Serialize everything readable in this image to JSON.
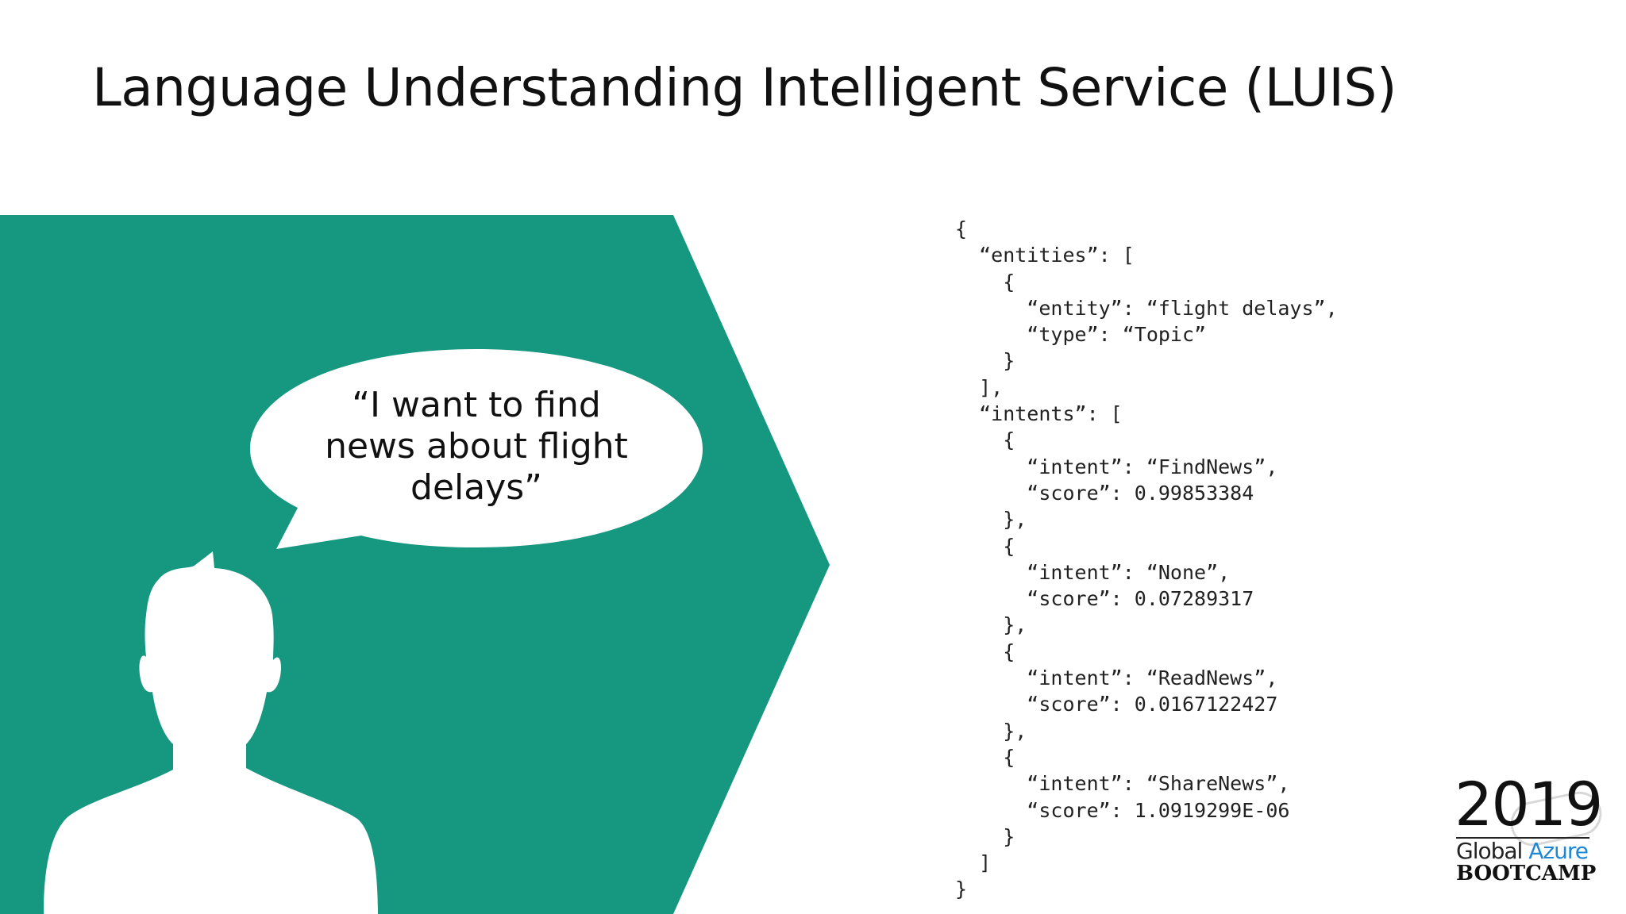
{
  "slide": {
    "title": "Language Understanding Intelligent Service (LUIS)"
  },
  "speech_bubble": {
    "lines": [
      "“I want to find",
      "news about flight",
      "delays”"
    ]
  },
  "json_output": {
    "lines": [
      "{",
      "  “entities”: [",
      "    {",
      "      “entity”: “flight delays”,",
      "      “type”: “Topic”",
      "    }",
      "  ],",
      "  “intents”: [",
      "    {",
      "      “intent”: “FindNews”,",
      "      “score”: 0.99853384",
      "    },",
      "    {",
      "      “intent”: “None”,",
      "      “score”: 0.07289317",
      "    },",
      "    {",
      "      “intent”: “ReadNews”,",
      "      “score”: 0.0167122427",
      "    },",
      "    {",
      "      “intent”: “ShareNews”,",
      "      “score”: 1.0919299E-06",
      "    }",
      "  ]",
      "}"
    ]
  },
  "logo": {
    "year": "2019",
    "word_global": "Global",
    "word_azure": "Azure",
    "word_bootcamp": "BOOTCAMP"
  },
  "colors": {
    "teal_panel": "#16977f",
    "azure_blue": "#1e88d6",
    "background": "#ffffff"
  }
}
